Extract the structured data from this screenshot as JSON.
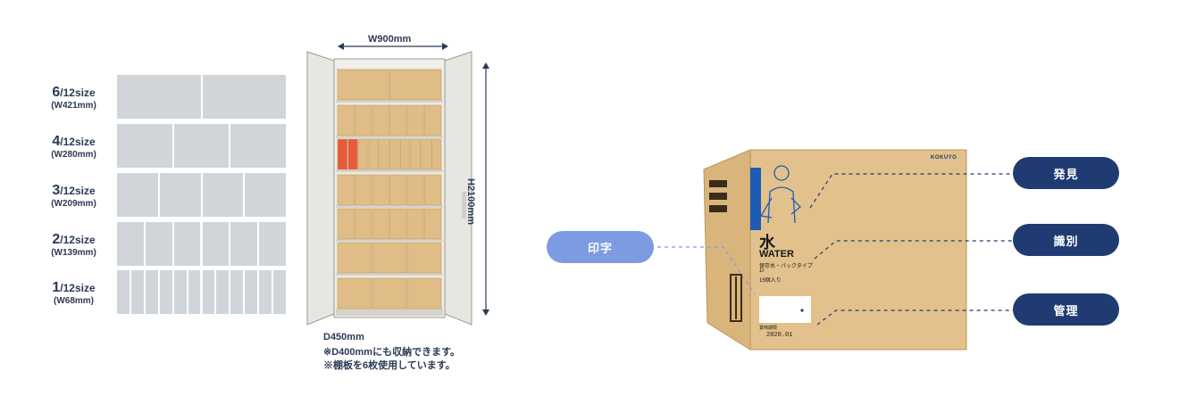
{
  "sizes": [
    {
      "num": "6",
      "frac": "/12size",
      "w": "(W421mm)",
      "cells": 2
    },
    {
      "num": "4",
      "frac": "/12size",
      "w": "(W280mm)",
      "cells": 3
    },
    {
      "num": "3",
      "frac": "/12size",
      "w": "(W209mm)",
      "cells": 4
    },
    {
      "num": "2",
      "frac": "/12size",
      "w": "(W139mm)",
      "cells": 6
    },
    {
      "num": "1",
      "frac": "/12size",
      "w": "(W68mm)",
      "cells": 12
    }
  ],
  "cabinet": {
    "width_label": "W900mm",
    "height_label": "H2100mm",
    "depth_label": "D450mm",
    "note1": "※D400mmにも収納できます。",
    "note2": "※棚板を6枚使用しています。"
  },
  "box": {
    "brand": "KOKUYO",
    "title": "水",
    "subtitle": "WATER",
    "line1": "保存水・パックタイプ",
    "line2": "1ℓ",
    "line3": "15個入り",
    "date_label": "賞味期限",
    "date": "2020.01"
  },
  "callouts": {
    "print": "印字",
    "find": "発見",
    "identify": "識別",
    "manage": "管理"
  },
  "colors": {
    "navy": "#1f3b72",
    "light_blue": "#7d9be0",
    "grid_gray": "#d0d5da",
    "cardboard": "#e3c18c"
  }
}
